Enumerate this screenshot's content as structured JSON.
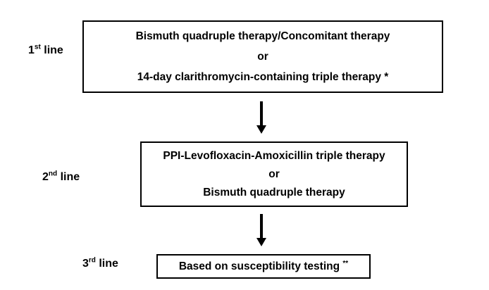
{
  "tiers": [
    {
      "label_num": "1",
      "label_sup": "st",
      "label_word": " line",
      "options": [
        {
          "text": "Bismuth quadruple therapy/Concomitant therapy",
          "mark": ""
        },
        {
          "text": "or",
          "mark": ""
        },
        {
          "text": "14-day clarithromycin-containing triple therapy",
          "mark": " *"
        }
      ]
    },
    {
      "label_num": "2",
      "label_sup": "nd",
      "label_word": " line",
      "options": [
        {
          "text": "PPI-Levofloxacin-Amoxicillin triple therapy",
          "mark": ""
        },
        {
          "text": "or",
          "mark": ""
        },
        {
          "text": "Bismuth quadruple therapy",
          "mark": ""
        }
      ]
    },
    {
      "label_num": "3",
      "label_sup": "rd",
      "label_word": " line",
      "options": [
        {
          "text": "Based on susceptibility testing ",
          "mark": "**"
        }
      ]
    }
  ]
}
